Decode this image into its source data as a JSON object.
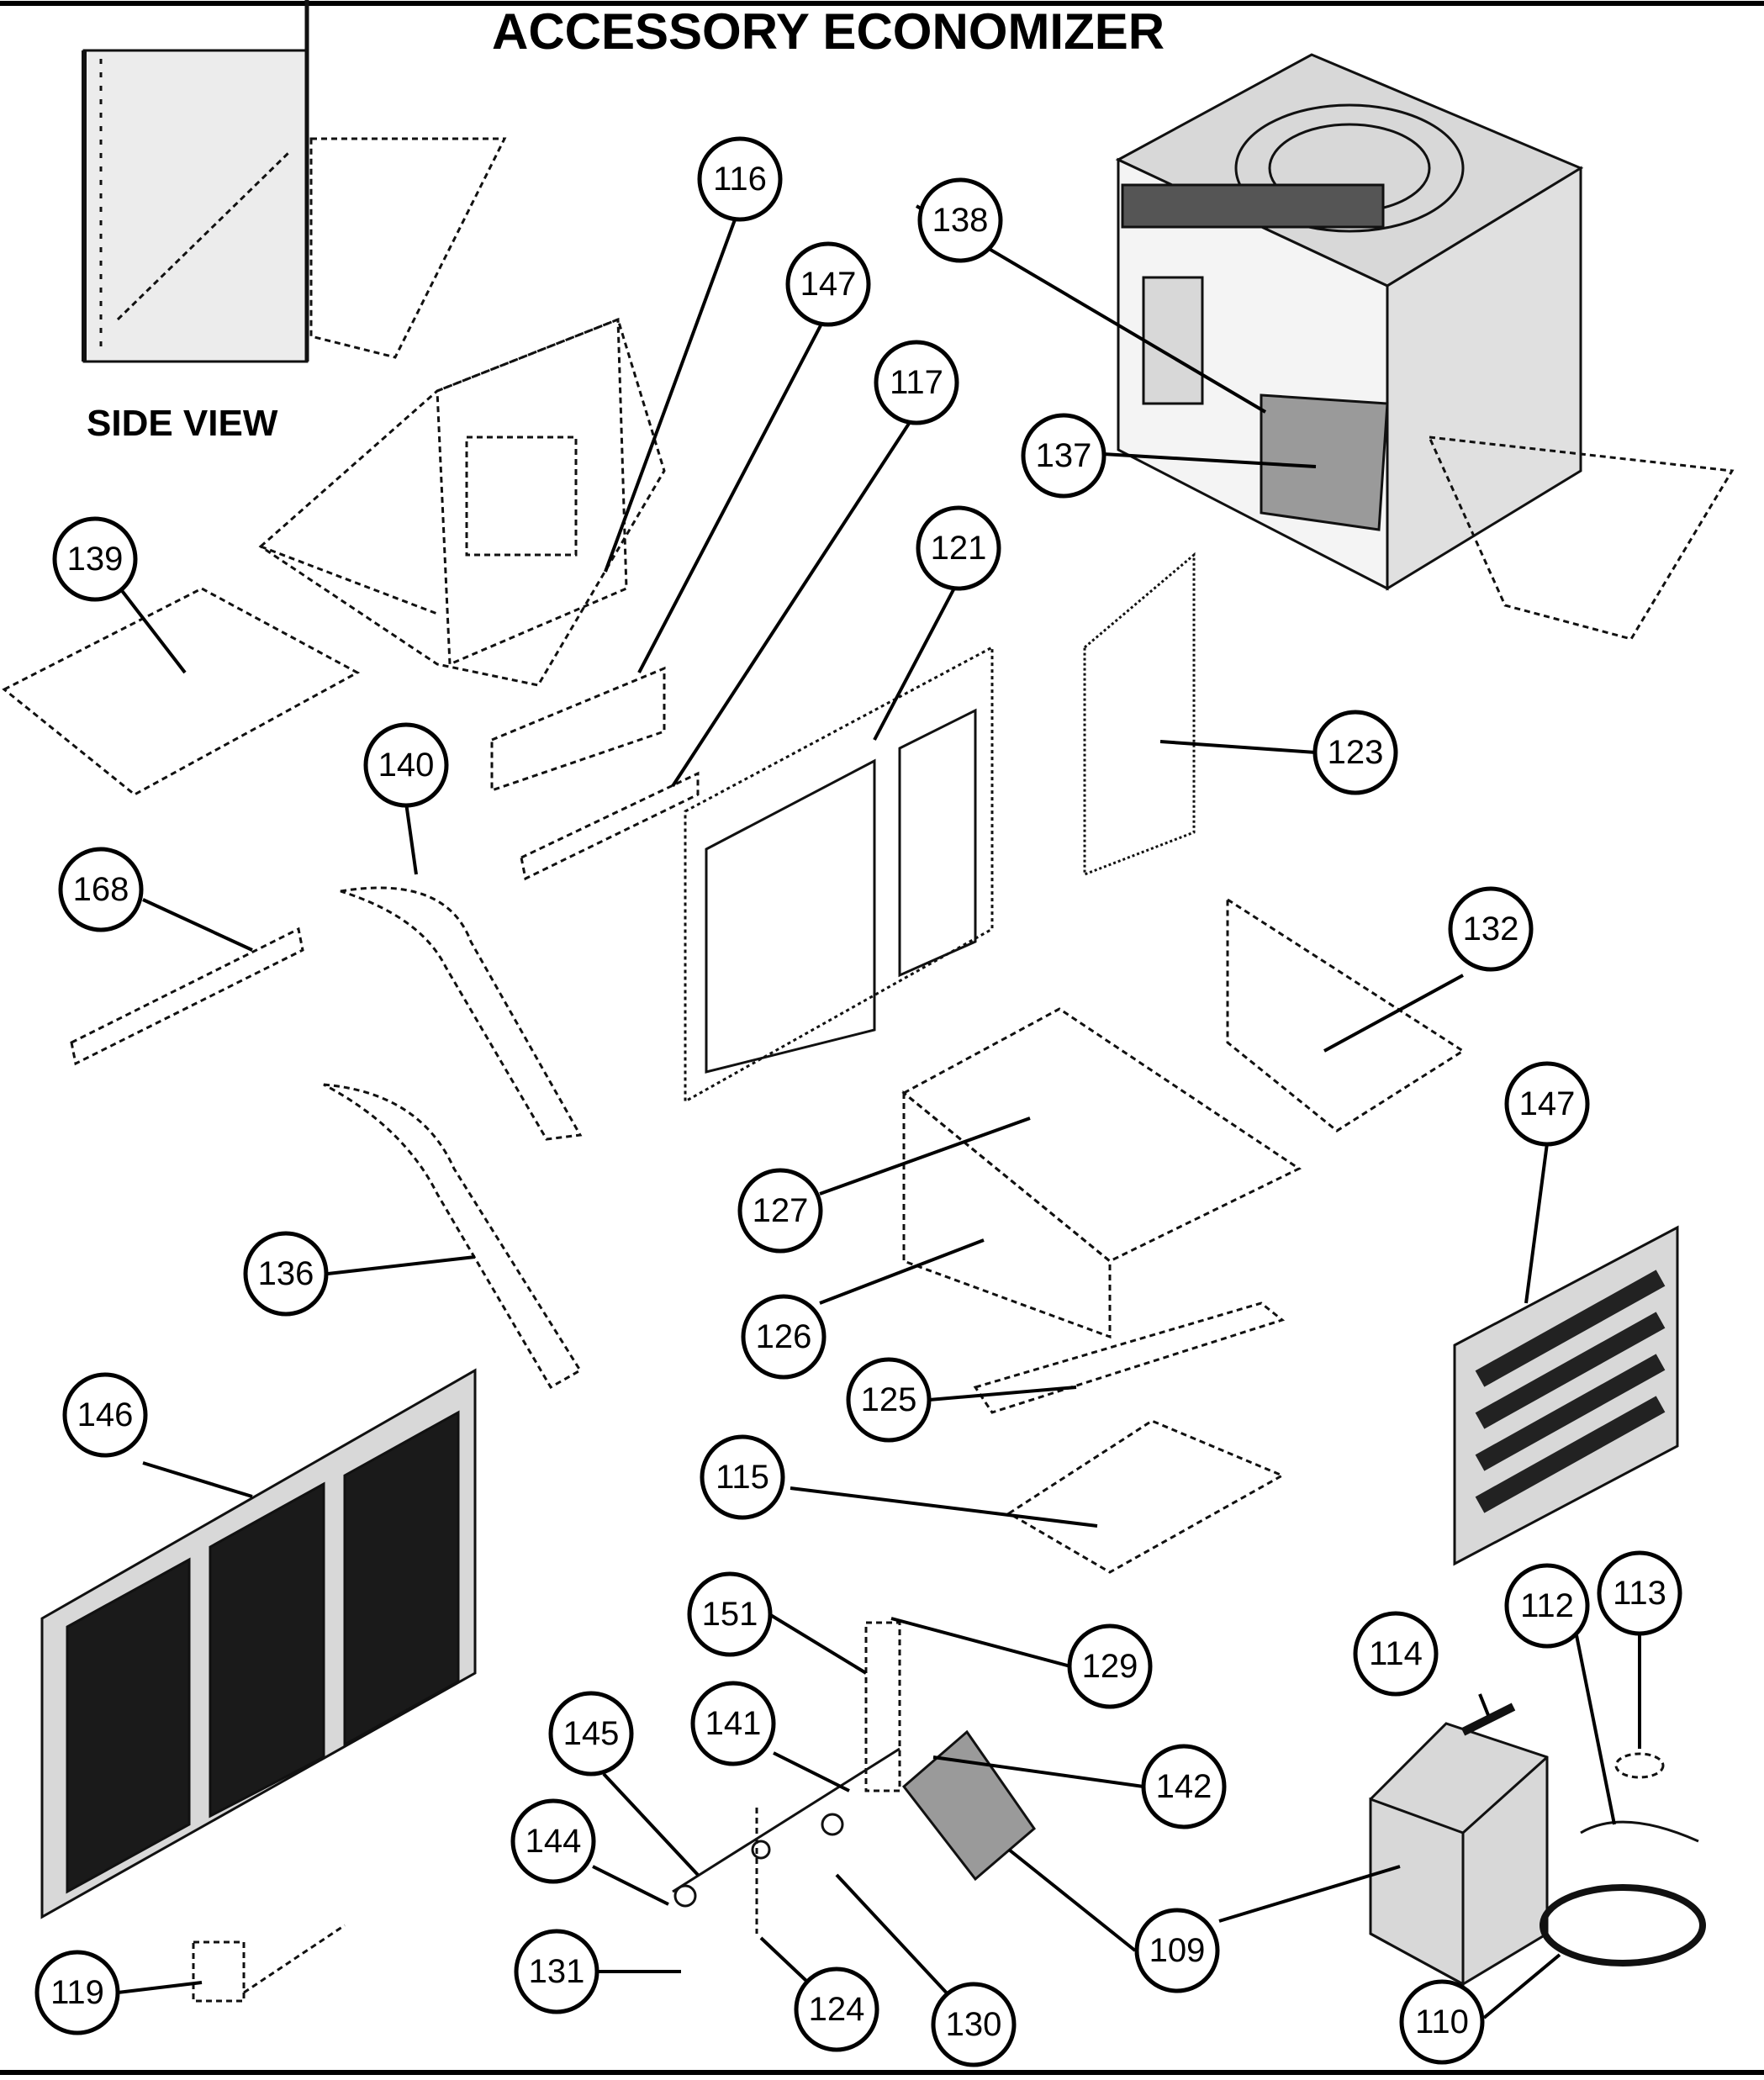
{
  "title": "ACCESSORY ECONOMIZER",
  "side_view_label": "SIDE VIEW",
  "callouts": [
    {
      "id": "c116",
      "label": "116"
    },
    {
      "id": "c147a",
      "label": "147"
    },
    {
      "id": "c138",
      "label": "138"
    },
    {
      "id": "c117",
      "label": "117"
    },
    {
      "id": "c137",
      "label": "137"
    },
    {
      "id": "c121",
      "label": "121"
    },
    {
      "id": "c139",
      "label": "139"
    },
    {
      "id": "c123",
      "label": "123"
    },
    {
      "id": "c140",
      "label": "140"
    },
    {
      "id": "c168",
      "label": "168"
    },
    {
      "id": "c132",
      "label": "132"
    },
    {
      "id": "c147b",
      "label": "147"
    },
    {
      "id": "c127",
      "label": "127"
    },
    {
      "id": "c136",
      "label": "136"
    },
    {
      "id": "c126",
      "label": "126"
    },
    {
      "id": "c146",
      "label": "146"
    },
    {
      "id": "c125",
      "label": "125"
    },
    {
      "id": "c115",
      "label": "115"
    },
    {
      "id": "c151",
      "label": "151"
    },
    {
      "id": "c129",
      "label": "129"
    },
    {
      "id": "c113",
      "label": "113"
    },
    {
      "id": "c112",
      "label": "112"
    },
    {
      "id": "c114",
      "label": "114"
    },
    {
      "id": "c145",
      "label": "145"
    },
    {
      "id": "c141",
      "label": "141"
    },
    {
      "id": "c142",
      "label": "142"
    },
    {
      "id": "c144",
      "label": "144"
    },
    {
      "id": "c109",
      "label": "109"
    },
    {
      "id": "c131",
      "label": "131"
    },
    {
      "id": "c119",
      "label": "119"
    },
    {
      "id": "c124",
      "label": "124"
    },
    {
      "id": "c130",
      "label": "130"
    },
    {
      "id": "c110",
      "label": "110"
    }
  ]
}
